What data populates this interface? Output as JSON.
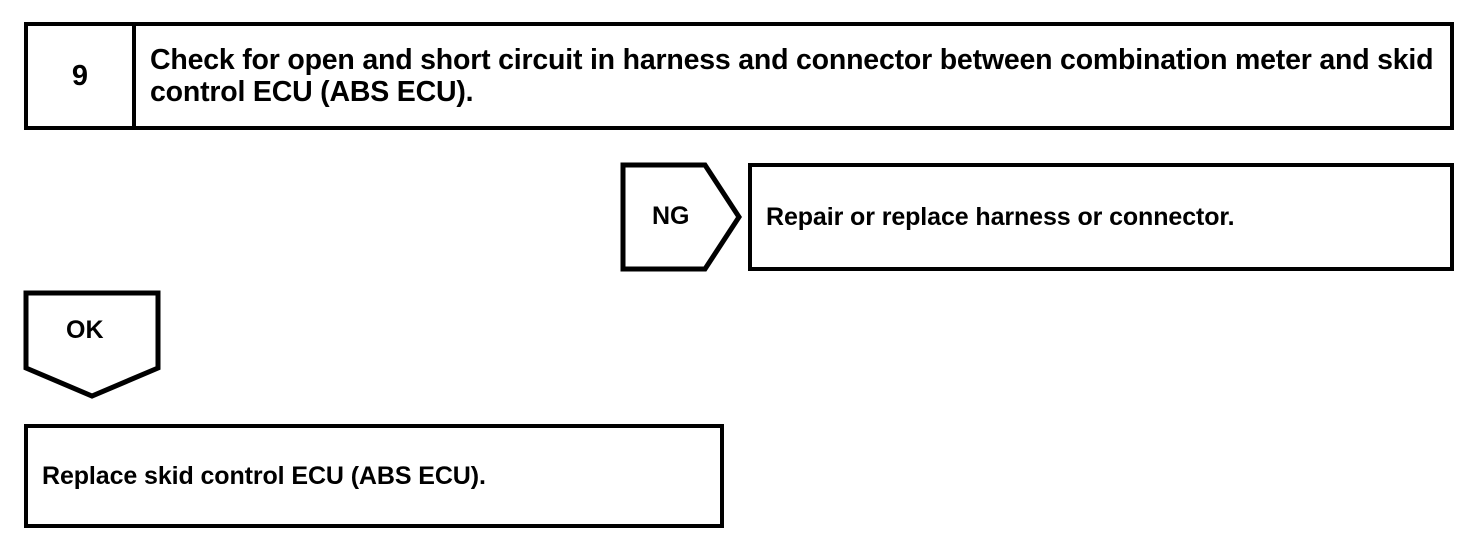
{
  "diagram": {
    "type": "troubleshooting-flowchart",
    "stroke_color": "#000000",
    "background_color": "#ffffff",
    "step": {
      "number": "9",
      "instruction": "Check for open and short circuit in harness and connector between combination meter and skid control ECU (ABS ECU)."
    },
    "branches": [
      {
        "id": "ng",
        "label": "NG",
        "direction": "right",
        "result_text": "Repair or replace harness or connector."
      },
      {
        "id": "ok",
        "label": "OK",
        "direction": "down",
        "result_text": "Replace skid control ECU (ABS ECU)."
      }
    ]
  }
}
